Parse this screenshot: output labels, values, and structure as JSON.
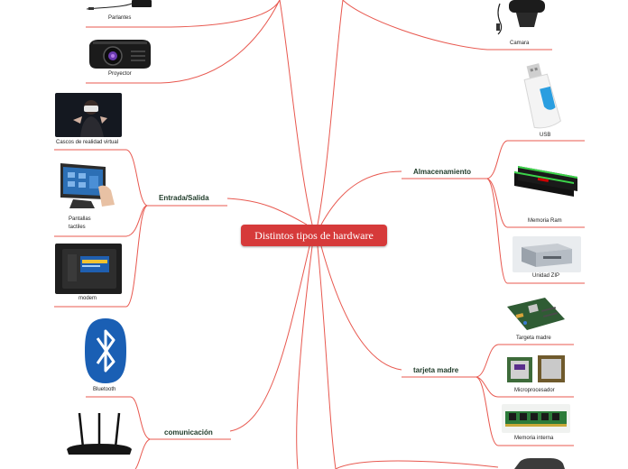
{
  "central": "Distintos tipos de hardware",
  "left_topics": {
    "io": "Entrada/Salida",
    "comm": "comunicación"
  },
  "right_topics": {
    "storage": "Almacenamiento",
    "board": "tarjeta madre"
  },
  "leaves": {
    "speakers": "Parlantes",
    "projector": "Proyector",
    "vr": "Cascos de realidad virtual",
    "touch_line1": "Pantallas",
    "touch_line2": "tactiles",
    "modem": "modem",
    "bluetooth": "Bluetooth",
    "camera": "Camara",
    "usb": "USB",
    "ram": "Memoria Ram",
    "zip": "Unidad ZIP",
    "motherboard": "Targeta madre",
    "cpu": "Microprocesador",
    "internal_memory": "Memoria interna"
  },
  "colors": {
    "branch": "#e8584f",
    "central_bg": "#d63a3a",
    "topic_text": "#1e3a28"
  }
}
